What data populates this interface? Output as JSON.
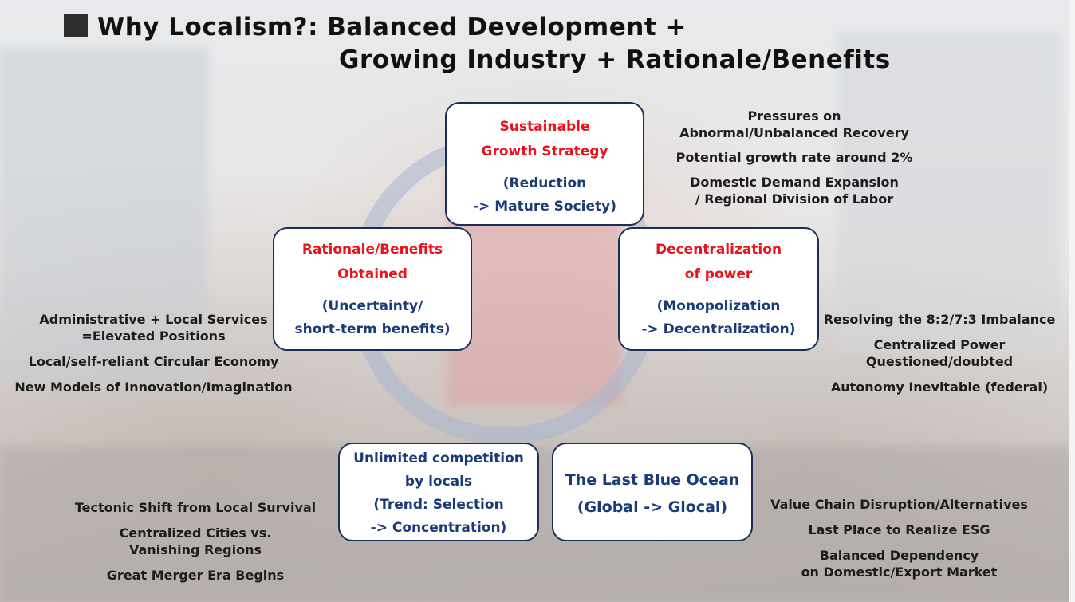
{
  "title": {
    "line1": "Why Localism?: Balanced Development +",
    "line2": "Growing Industry + Rationale/Benefits"
  },
  "boxes": {
    "sustainable": {
      "red1": "Sustainable",
      "red2": "Growth Strategy",
      "blue1": "(Reduction",
      "blue2": "-> Mature Society)"
    },
    "decentralization": {
      "red1": "Decentralization",
      "red2": "of power",
      "blue1": "(Monopolization",
      "blue2": "-> Decentralization)"
    },
    "rationale": {
      "red1": "Rationale/Benefits",
      "red2": "Obtained",
      "blue1": "(Uncertainty/",
      "blue2": "short-term benefits)"
    },
    "competition": {
      "l1": "Unlimited competition",
      "l2": "by locals",
      "l3": "(Trend: Selection",
      "l4": "-> Concentration)"
    },
    "blue_ocean": {
      "l1": "The Last Blue Ocean",
      "l2": "(Global -> Glocal)"
    }
  },
  "notes": {
    "top_right": [
      "Pressures on",
      "Abnormal/Unbalanced Recovery",
      "Potential growth rate around 2%",
      "Domestic Demand Expansion",
      "/ Regional Division of Labor"
    ],
    "left": [
      "Administrative + Local Services",
      "=Elevated Positions",
      "Local/self-reliant Circular Economy",
      "New Models of Innovation/Imagination"
    ],
    "right": [
      "Resolving the 8:2/7:3 Imbalance",
      "Centralized Power",
      "Questioned/doubted",
      "Autonomy Inevitable (federal)"
    ],
    "bottom_left": [
      "Tectonic Shift from Local Survival",
      "Centralized Cities vs.",
      "Vanishing Regions",
      "Great Merger Era Begins"
    ],
    "bottom_right": [
      "Value Chain Disruption/Alternatives",
      "Last Place to Realize ESG",
      "Balanced Dependency",
      "on Domestic/Export Market"
    ]
  }
}
